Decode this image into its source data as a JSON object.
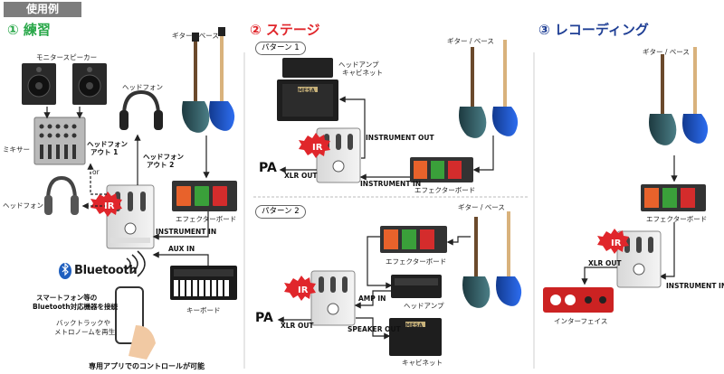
{
  "header": {
    "tag": "使用例"
  },
  "sections": {
    "practice": "① 練習",
    "stage": "② ステージ",
    "recording": "③ レコーディング"
  },
  "practice": {
    "monitor_speaker": "モニタースピーカー",
    "headphone_top": "ヘッドフォン",
    "mixer": "ミキサー",
    "headphone_out1_a": "ヘッドフォン",
    "headphone_out1_b": "アウト 1",
    "headphone_out2_a": "ヘッドフォン",
    "headphone_out2_b": "アウト 2",
    "or": "or",
    "headphone_left": "ヘッドフォン",
    "guitar_bass": "ギター / ベース",
    "effector_board": "エフェクターボード",
    "instrument_in": "INSTRUMENT IN",
    "aux_in": "AUX IN",
    "bluetooth": "Bluetooth",
    "keyboard": "キーボード",
    "smartphone_line1": "スマートフォン等の",
    "smartphone_line2": "Bluetooth対応機器を接続",
    "backing_line1": "バックトラックや",
    "backing_line2": "メトロノームを再生",
    "app_control": "専用アプリでのコントロールが可能"
  },
  "stage": {
    "pattern1": "パターン 1",
    "pattern2": "パターン 2",
    "headamp_cab_a": "ヘッドアンプ",
    "headamp_cab_b": "キャビネット",
    "guitar_bass1": "ギター / ベース",
    "guitar_bass2": "ギター / ベース",
    "instrument_out": "INSTRUMENT OUT",
    "instrument_in": "INSTRUMENT IN",
    "xlr_out1": "XLR OUT",
    "xlr_out2": "XLR OUT",
    "pa1": "PA",
    "pa2": "PA",
    "effector_board1": "エフェクターボード",
    "effector_board2": "エフェクターボード",
    "headamp": "ヘッドアンプ",
    "amp_in": "AMP IN",
    "speaker_out": "SPEAKER OUT",
    "cabinet": "キャビネット",
    "brand": "MESA"
  },
  "recording": {
    "guitar_bass": "ギター / ベース",
    "effector_board": "エフェクターボード",
    "xlr_out": "XLR OUT",
    "instrument_in": "INSTRUMENT IN",
    "interface": "インターフェイス"
  },
  "badge": "IR",
  "colors": {
    "green": "#2aa84a",
    "red": "#e0262b",
    "blue": "#1f3f95"
  }
}
